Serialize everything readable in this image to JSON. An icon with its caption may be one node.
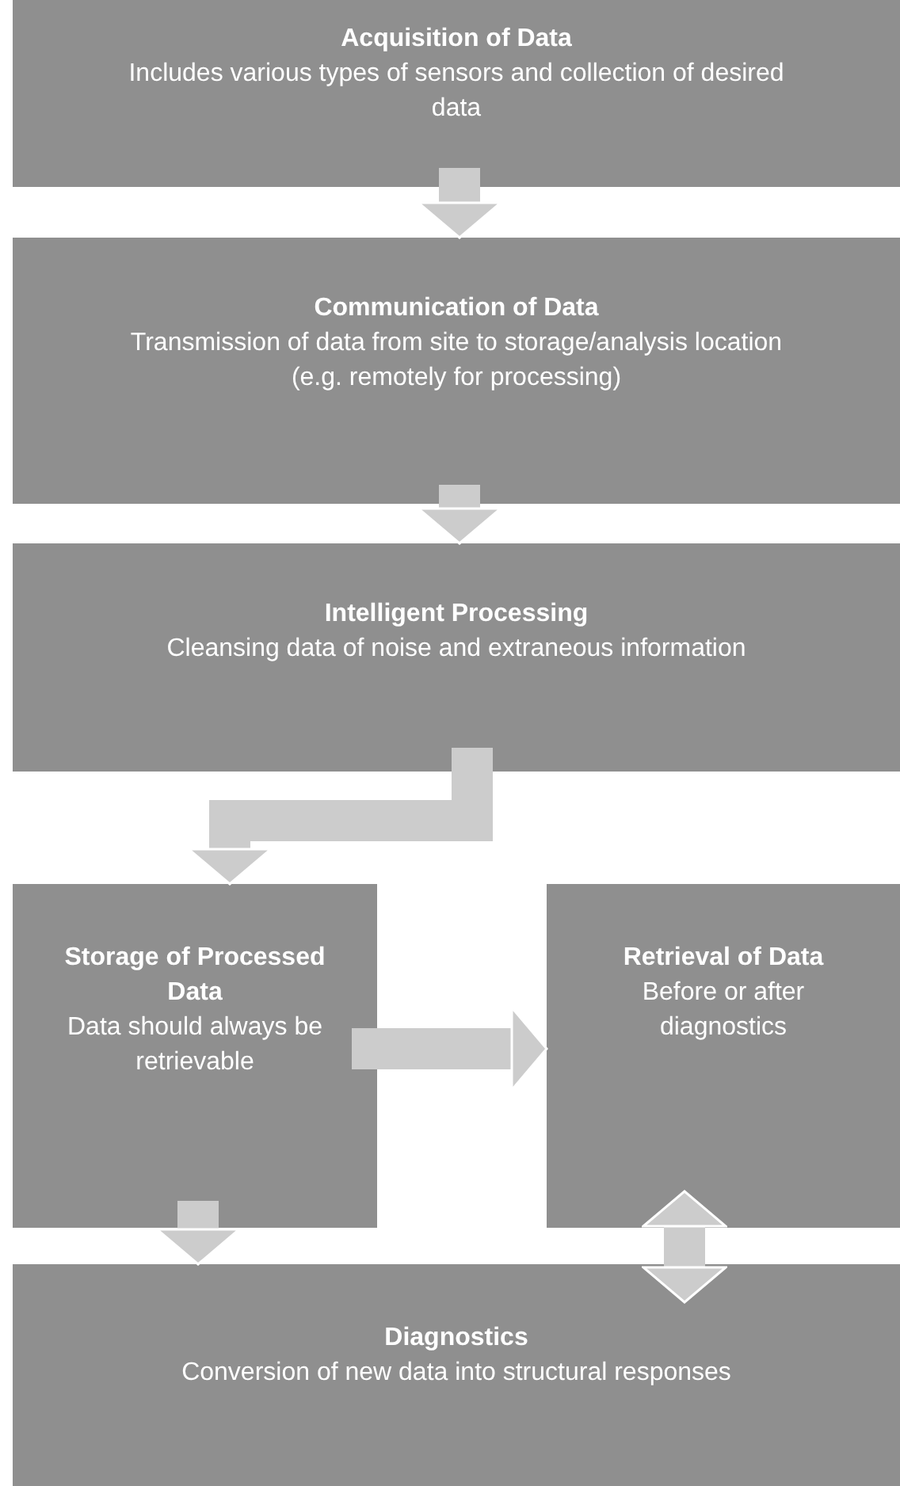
{
  "diagram": {
    "nodes": [
      {
        "text": [
          "Acquisition of Data",
          "Includes various types of sensors and collection of desired data"
        ]
      },
      {
        "text": [
          "Communication of Data",
          "Transmission of data from site to storage/analysis location",
          "(e.g. remotely for processing)"
        ]
      },
      {
        "text": [
          "Intelligent Processing",
          "Cleansing data of noise and extraneous information"
        ]
      },
      {
        "text": [
          "Storage of Processed Data",
          "Data should always be retrievable"
        ]
      },
      {
        "text": [
          "Retrieval of Data",
          "Before or after diagnostics"
        ]
      },
      {
        "text": [
          "Diagnostics",
          "Conversion of new data into structural responses"
        ]
      }
    ],
    "edges": [
      {
        "from": 0,
        "to": 1,
        "arrow": "to"
      },
      {
        "from": 1,
        "to": 2,
        "arrow": "to"
      },
      {
        "from": 2,
        "to": 3,
        "arrow": "to"
      },
      {
        "from": 3,
        "to": 4,
        "arrow": "to"
      },
      {
        "from": 3,
        "to": 5,
        "arrow": "to"
      },
      {
        "from": 4,
        "to": 5,
        "arrow": "both"
      }
    ]
  }
}
